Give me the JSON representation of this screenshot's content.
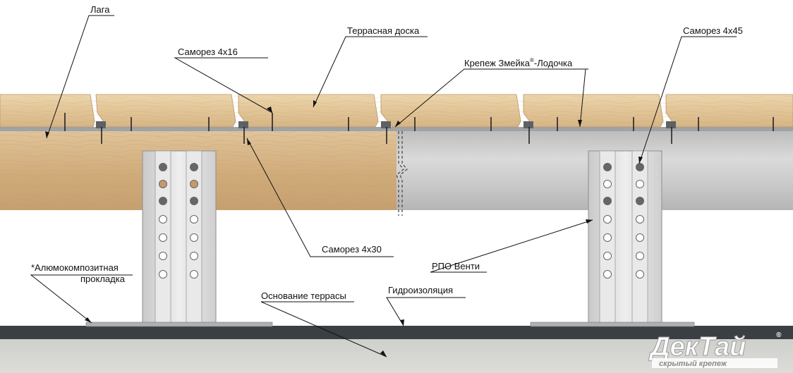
{
  "labels": {
    "lag": "Лага",
    "deck_board": "Террасная доска",
    "screw_4x16": "Саморез 4х16",
    "fastener": "Крепеж Змейка",
    "fastener_reg": "®",
    "fastener_suffix": "-Лодочка",
    "screw_4x45": "Саморез 4х45",
    "screw_4x30": "Саморез 4х30",
    "rpo": "РПО Венти",
    "alu_pad_line1": "*Алюмокомпозитная",
    "alu_pad_line2": "прокладка",
    "base": "Основание террасы",
    "waterproofing": "Гидроизоляция"
  },
  "logo": {
    "name": "ДекТай",
    "tagline": "скрытый крепеж",
    "reg": "®"
  },
  "colors": {
    "wood_light": "#e7cfa5",
    "wood_dark": "#cfa878",
    "alu_lag": "#c9c9c9",
    "metal_post": "#dcdcdc",
    "membrane": "#3a3f44",
    "concrete": "#d6d6d2"
  }
}
